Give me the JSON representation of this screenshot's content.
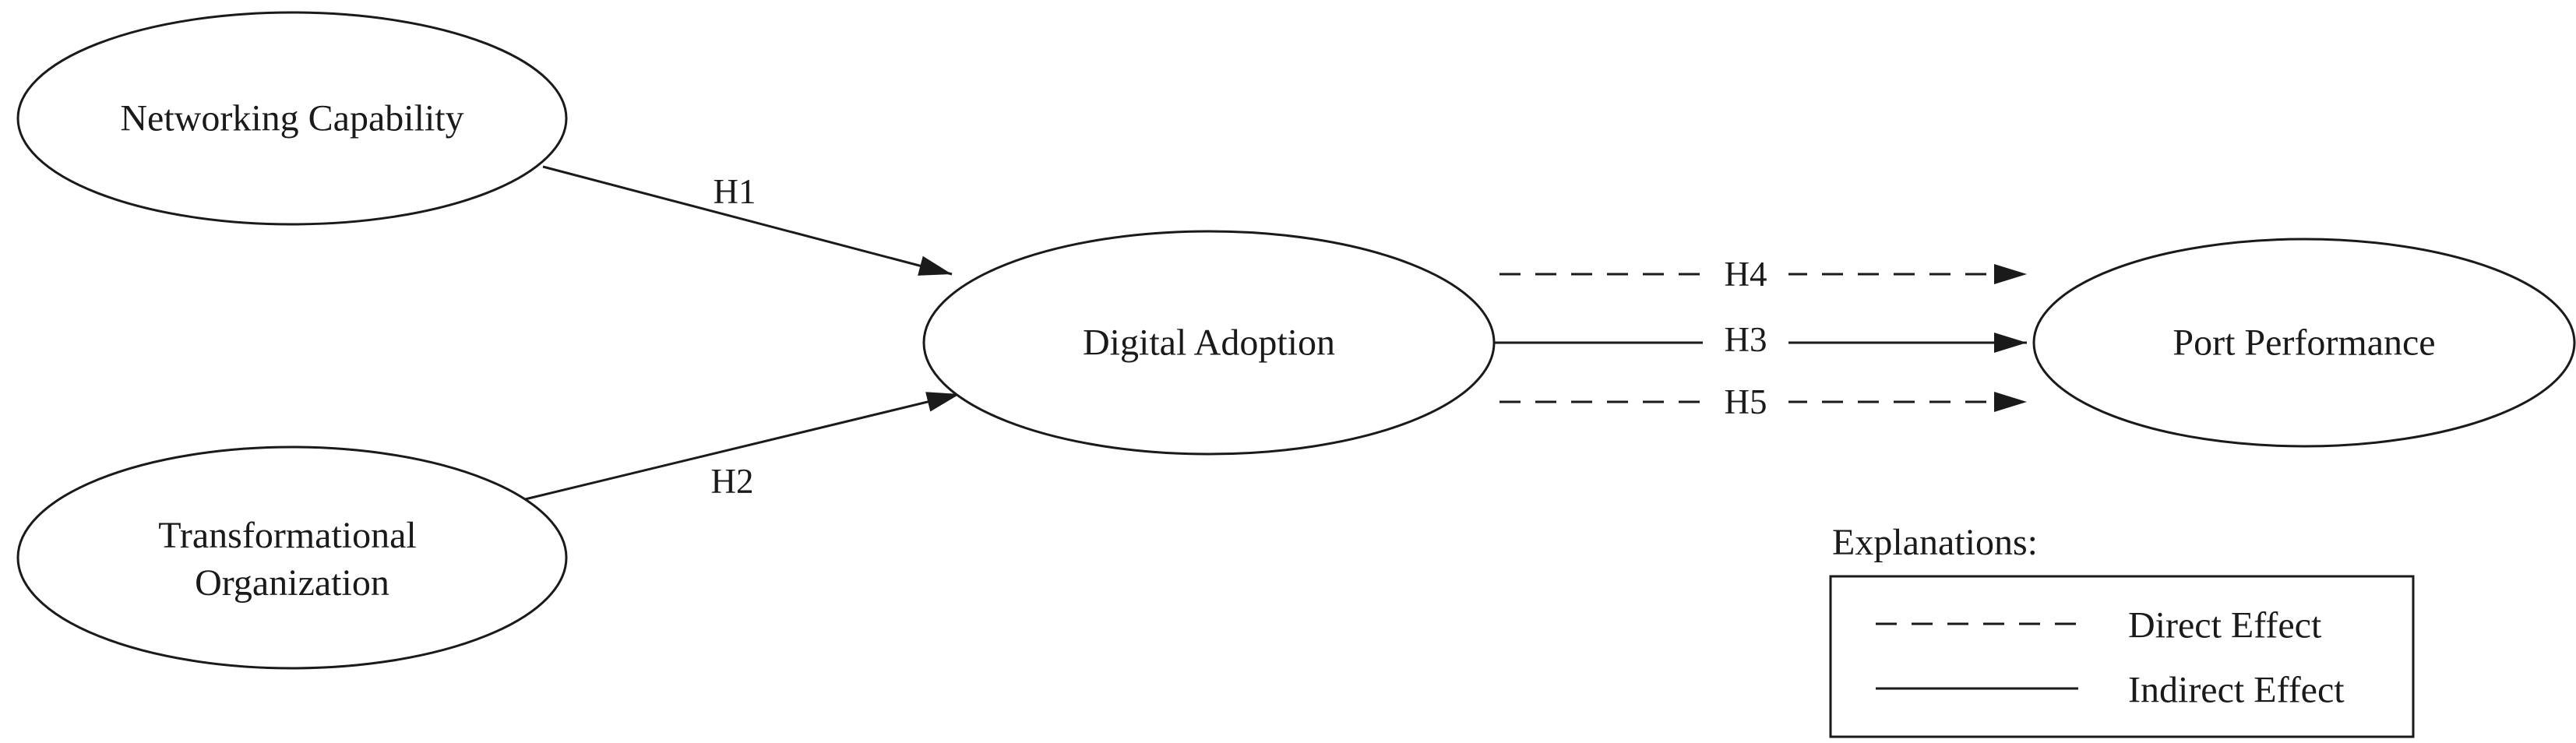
{
  "diagram": {
    "title": "Research model path diagram",
    "nodes": {
      "networking_capability": {
        "lines": [
          "Networking Capability"
        ]
      },
      "transformational_organization": {
        "lines": [
          "Transformational",
          "Organization"
        ]
      },
      "digital_adoption": {
        "lines": [
          "Digital Adoption"
        ]
      },
      "port_performance": {
        "lines": [
          "Port Performance"
        ]
      }
    },
    "edges": {
      "h1": {
        "label": "H1",
        "style": "solid",
        "from": "Networking Capability",
        "to": "Digital Adoption"
      },
      "h2": {
        "label": "H2",
        "style": "solid",
        "from": "Transformational Organization",
        "to": "Digital Adoption"
      },
      "h3": {
        "label": "H3",
        "style": "solid",
        "from": "Digital Adoption",
        "to": "Port Performance"
      },
      "h4": {
        "label": "H4",
        "style": "dashed",
        "from": "Digital Adoption",
        "to": "Port Performance"
      },
      "h5": {
        "label": "H5",
        "style": "dashed",
        "from": "Digital Adoption",
        "to": "Port Performance"
      }
    },
    "legend": {
      "title": "Explanations:",
      "items": [
        {
          "style": "dashed",
          "label": "Direct Effect"
        },
        {
          "style": "solid",
          "label": "Indirect Effect"
        }
      ]
    }
  },
  "colors": {
    "ink": "#1a1a1a",
    "background": "#ffffff"
  }
}
